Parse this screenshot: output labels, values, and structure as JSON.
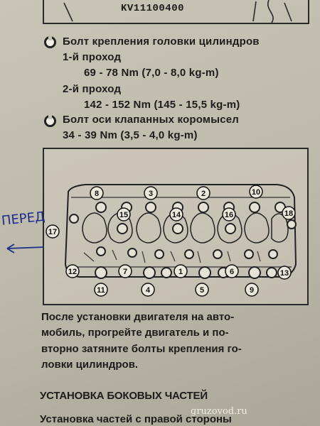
{
  "top": {
    "code": "KV11100400"
  },
  "spec1": {
    "title": "Болт крепления головки цилиндров",
    "pass1_label": "1-й проход",
    "pass1_value": "69 - 78 Nm (7,0 - 8,0 kg-m)",
    "pass2_label": "2-й проход",
    "pass2_value": "142 - 152 Nm (145 - 15,5 kg-m)"
  },
  "spec2": {
    "title": "Болт оси клапанных коромысел",
    "value": "34 - 39 Nm (3,5 - 4,0 kg-m)"
  },
  "diagram": {
    "bolt_numbers": [
      "8",
      "3",
      "2",
      "10",
      "15",
      "14",
      "16",
      "18",
      "17",
      "12",
      "7",
      "1",
      "6",
      "13",
      "11",
      "4",
      "5",
      "9"
    ]
  },
  "annotation": {
    "text": "ПЕРЕД"
  },
  "after_install": {
    "lines": [
      "После установки двигателя на авто-",
      "мобиль, прогрейте двигатель и по-",
      "вторно затяните болты крепления го-",
      "ловки цилиндров."
    ]
  },
  "section": {
    "title": "УСТАНОВКА БОКОВЫХ ЧАСТЕЙ",
    "cut_text": "Установка частей с правой стороны"
  },
  "watermark": "gruzovod.ru"
}
